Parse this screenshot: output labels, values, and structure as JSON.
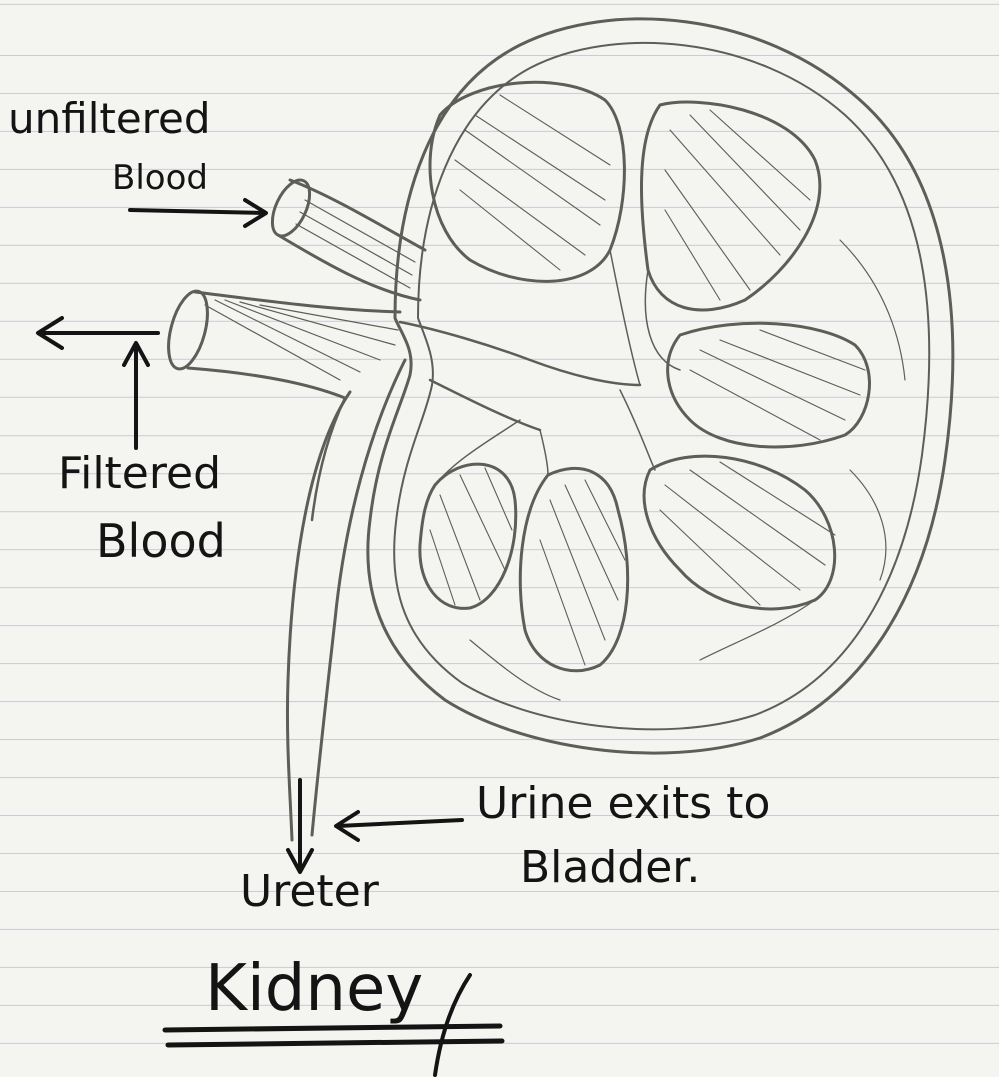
{
  "labels": {
    "unfiltered_line1": "unfiltered",
    "unfiltered_line2": "Blood",
    "filtered_line1": "Filtered",
    "filtered_line2": "Blood",
    "urine_line1": "Urine exits to",
    "urine_line2": "Bladder.",
    "ureter": "Ureter",
    "title": "Kidney"
  },
  "colors": {
    "paper": "#f4f4f1",
    "rule_line": "#c9ccd3",
    "pencil": "#5e5e58",
    "ink": "#141414"
  }
}
